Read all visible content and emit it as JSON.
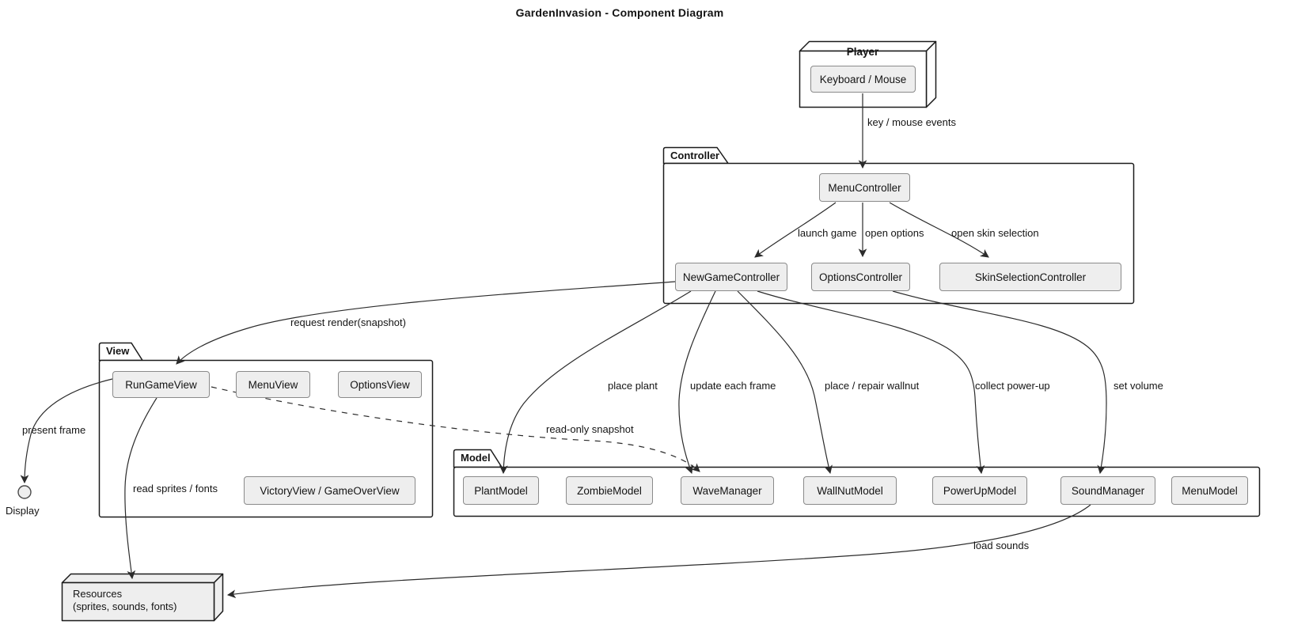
{
  "title": "GardenInvasion - Component Diagram",
  "player": {
    "name": "Player",
    "component": "Keyboard / Mouse"
  },
  "packages": {
    "controller": {
      "label": "Controller",
      "components": {
        "menu": "MenuController",
        "newgame": "NewGameController",
        "options": "OptionsController",
        "skin": "SkinSelectionController"
      }
    },
    "view": {
      "label": "View",
      "components": {
        "rungame": "RunGameView",
        "menu": "MenuView",
        "options": "OptionsView",
        "victory": "VictoryView / GameOverView"
      }
    },
    "model": {
      "label": "Model",
      "components": {
        "plant": "PlantModel",
        "zombie": "ZombieModel",
        "wave": "WaveManager",
        "wallnut": "WallNutModel",
        "powerup": "PowerUpModel",
        "sound": "SoundManager",
        "menu": "MenuModel"
      }
    }
  },
  "nodes": {
    "resources": {
      "line1": "Resources",
      "line2": "(sprites, sounds, fonts)"
    }
  },
  "interface": {
    "display": "Display"
  },
  "edges": {
    "key_mouse": "key / mouse events",
    "launch_game": "launch game",
    "open_options": "open options",
    "open_skin": "open skin selection",
    "request_render": "request render(snapshot)",
    "present_frame": "present frame",
    "read_sprites": "read sprites / fonts",
    "readonly_snapshot": "read-only snapshot",
    "place_plant": "place plant",
    "update_frame": "update each frame",
    "place_wallnut": "place / repair wallnut",
    "collect_powerup": "collect power-up",
    "set_volume": "set volume",
    "load_sounds": "load sounds"
  },
  "colors": {
    "background": "#ffffff",
    "component_fill": "#eeeeee",
    "component_border": "#8a8a8a",
    "outline": "#1b1b1b",
    "edge": "#2b2b2b"
  }
}
